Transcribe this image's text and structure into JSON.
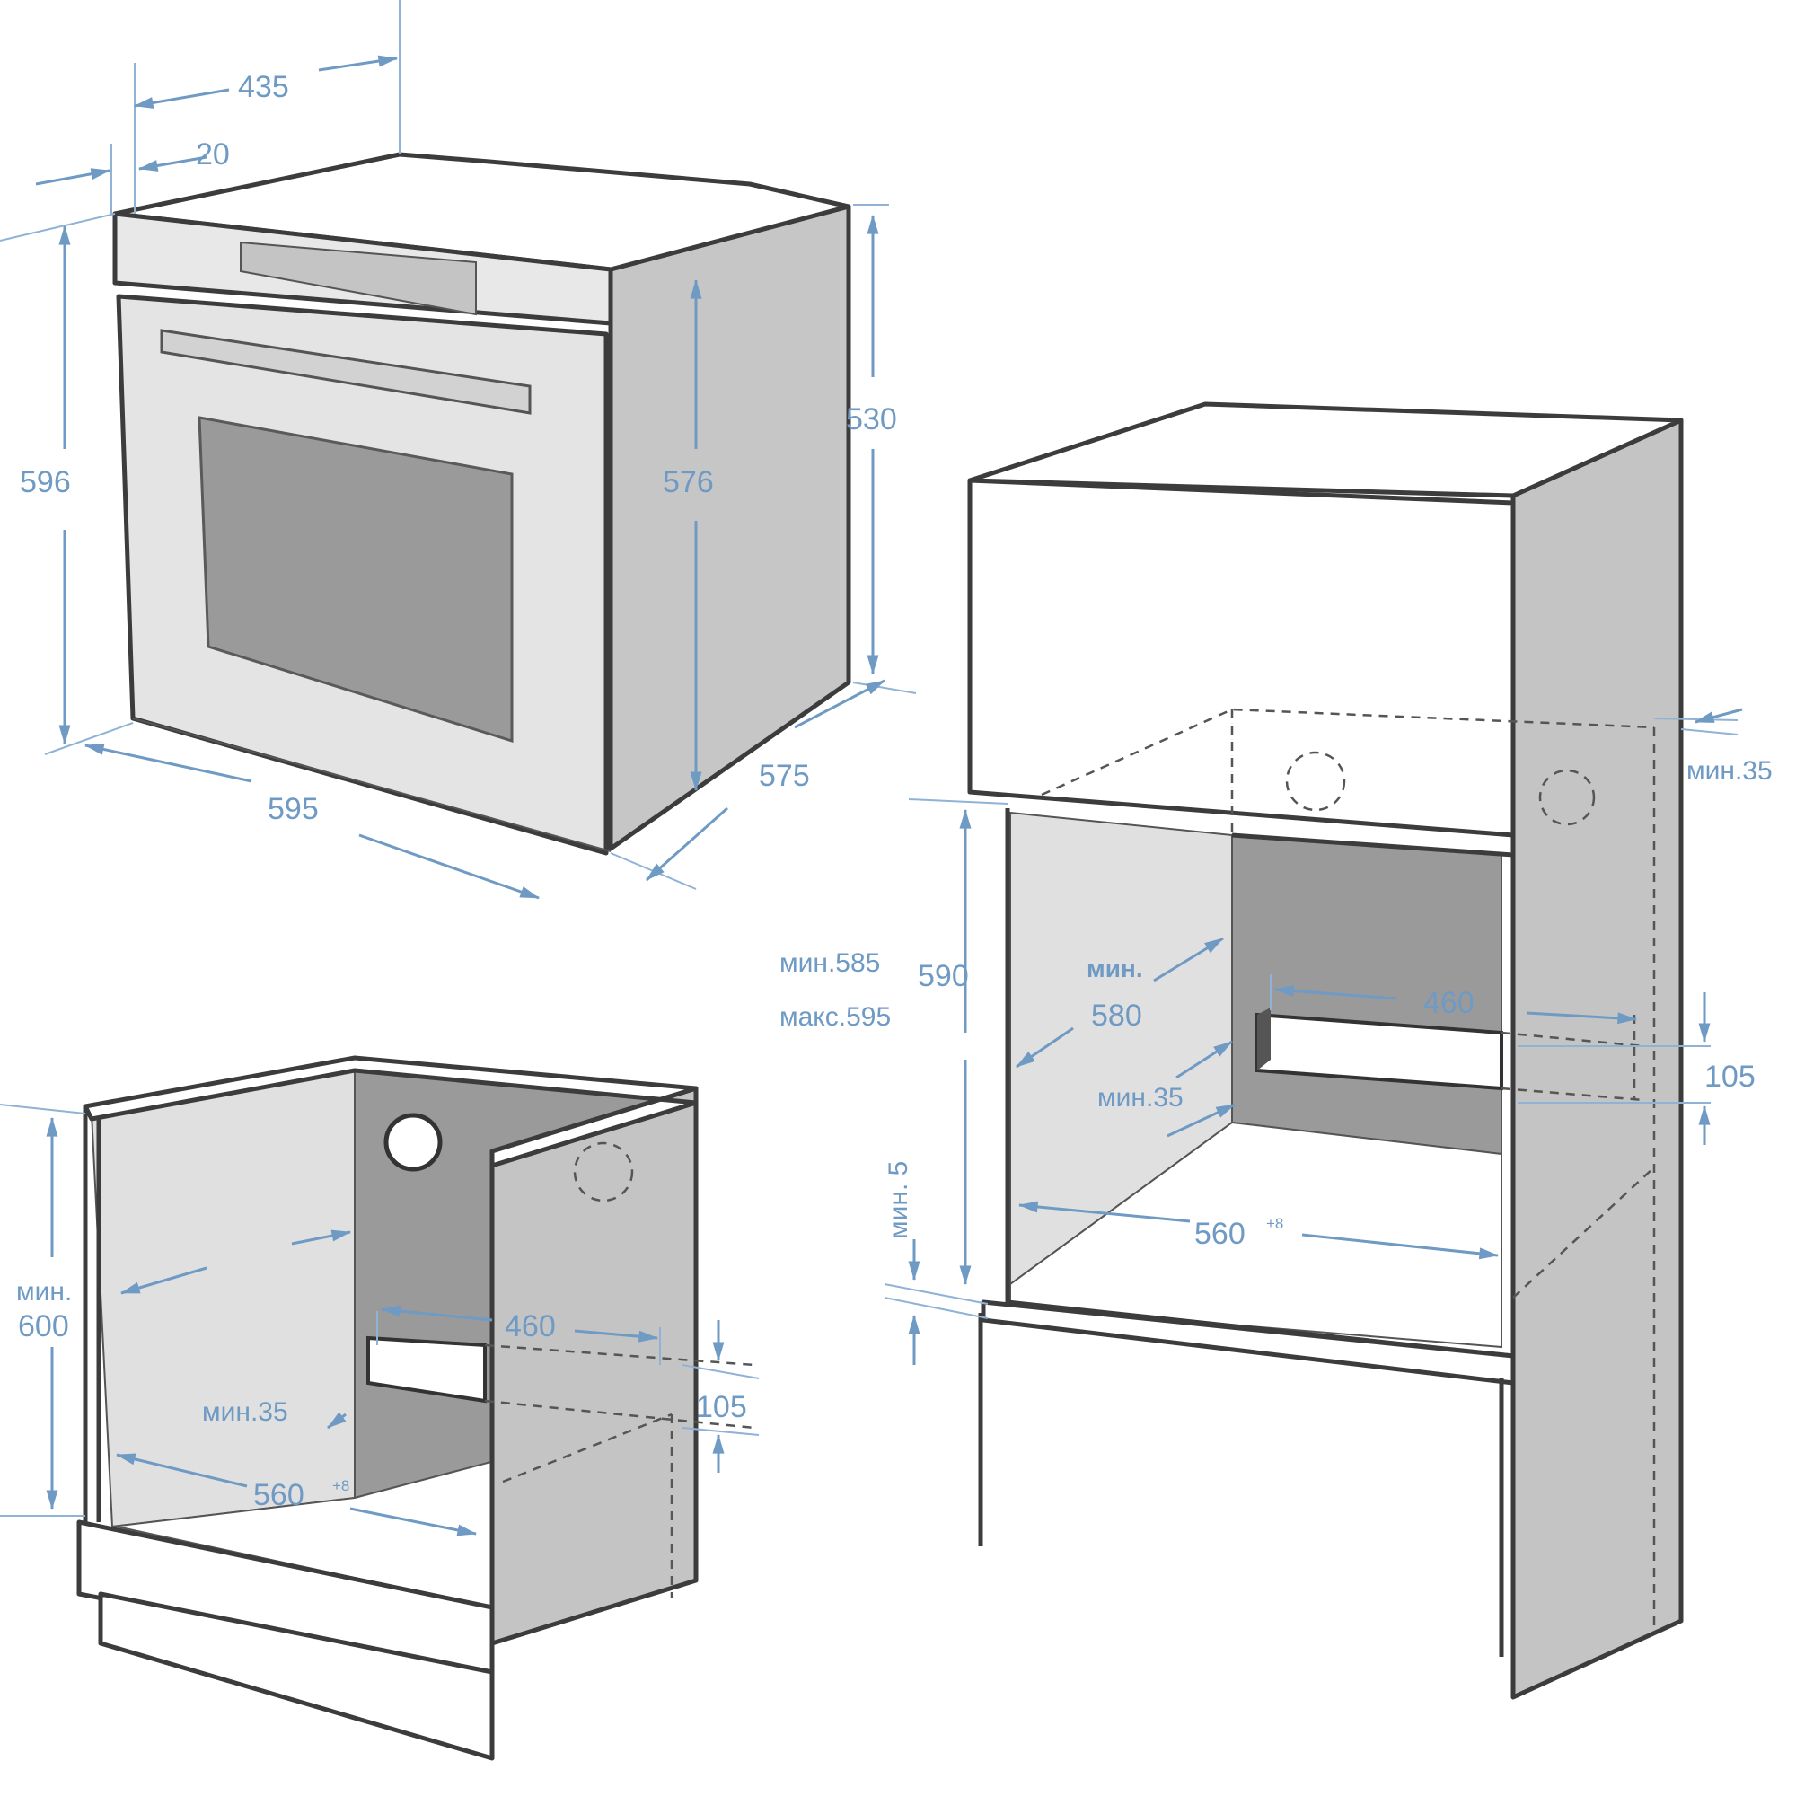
{
  "colors": {
    "dimension": "#6f9ac4",
    "outline": "#3c3c3c",
    "panel_light": "#e4e4e4",
    "panel_mid": "#c6c6c6",
    "panel_dark": "#9a9a9a",
    "white": "#ffffff"
  },
  "oven": {
    "depth_total": "435",
    "front_panel_depth": "20",
    "height": "596",
    "body_height": "530",
    "inner_height": "576",
    "width": "595",
    "body_depth": "575"
  },
  "base_cabinet": {
    "height_prefix": "мин.",
    "height_value": "600",
    "slot_width": "460",
    "slot_height": "105",
    "slot_offset": "мин.35",
    "niche_width": "560",
    "niche_tolerance": "+8"
  },
  "tall_cabinet": {
    "top_gap": "мин.35",
    "height_min": "мин.585",
    "height_max": "макс.595",
    "height_nominal": "590",
    "depth_prefix": "мин.",
    "depth_value": "580",
    "slot_offset": "мин.35",
    "slot_width": "460",
    "slot_height": "105",
    "niche_width": "560",
    "niche_tolerance": "+8",
    "bottom_gap": "мин. 5"
  }
}
